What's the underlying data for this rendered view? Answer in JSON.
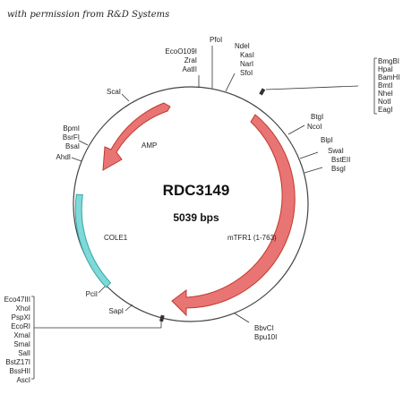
{
  "credit": "with permission from R&D Systems",
  "plasmid": {
    "name": "RDC3149",
    "size": "5039 bps"
  },
  "features": {
    "amp": "AMP",
    "mtfr1": "mTFR1 (1-763)",
    "cole1": "COLE1"
  },
  "colors": {
    "red_arrow": "#e87573",
    "red_edge": "#c0392b",
    "cyan_block": "#7fd9d9",
    "cyan_edge": "#3aa6a6",
    "circle": "#444444"
  },
  "sites": {
    "top_cluster": [
      "EcoO109I",
      "ZraI",
      "AatII"
    ],
    "pfoi": "PfoI",
    "ndei_cluster": [
      "NdeI",
      "KasI",
      "NarI",
      "SfoI"
    ],
    "right_top_cluster": [
      "BmgBI",
      "HpaI",
      "BamHI",
      "BmtI",
      "NheI",
      "NotI",
      "EagI"
    ],
    "btgi_cluster": [
      "BtgI",
      "NcoI"
    ],
    "blpi": "BlpI",
    "swai_cluster": [
      "SwaI",
      "BstEII",
      "BsgI"
    ],
    "bbvci_cluster": [
      "BbvCI",
      "Bpu10I"
    ],
    "scai": "ScaI",
    "left_cluster": [
      "BpmI",
      "BsrFI",
      "BsaI"
    ],
    "ahdi": "AhdI",
    "pcii": "PciI",
    "sapi": "SapI",
    "left_bottom_cluster": [
      "Eco47III",
      "XhoI",
      "PspXI",
      "EcoRI",
      "XmaI",
      "SmaI",
      "SalI",
      "BstZ17I",
      "BssHII",
      "AscI"
    ]
  }
}
